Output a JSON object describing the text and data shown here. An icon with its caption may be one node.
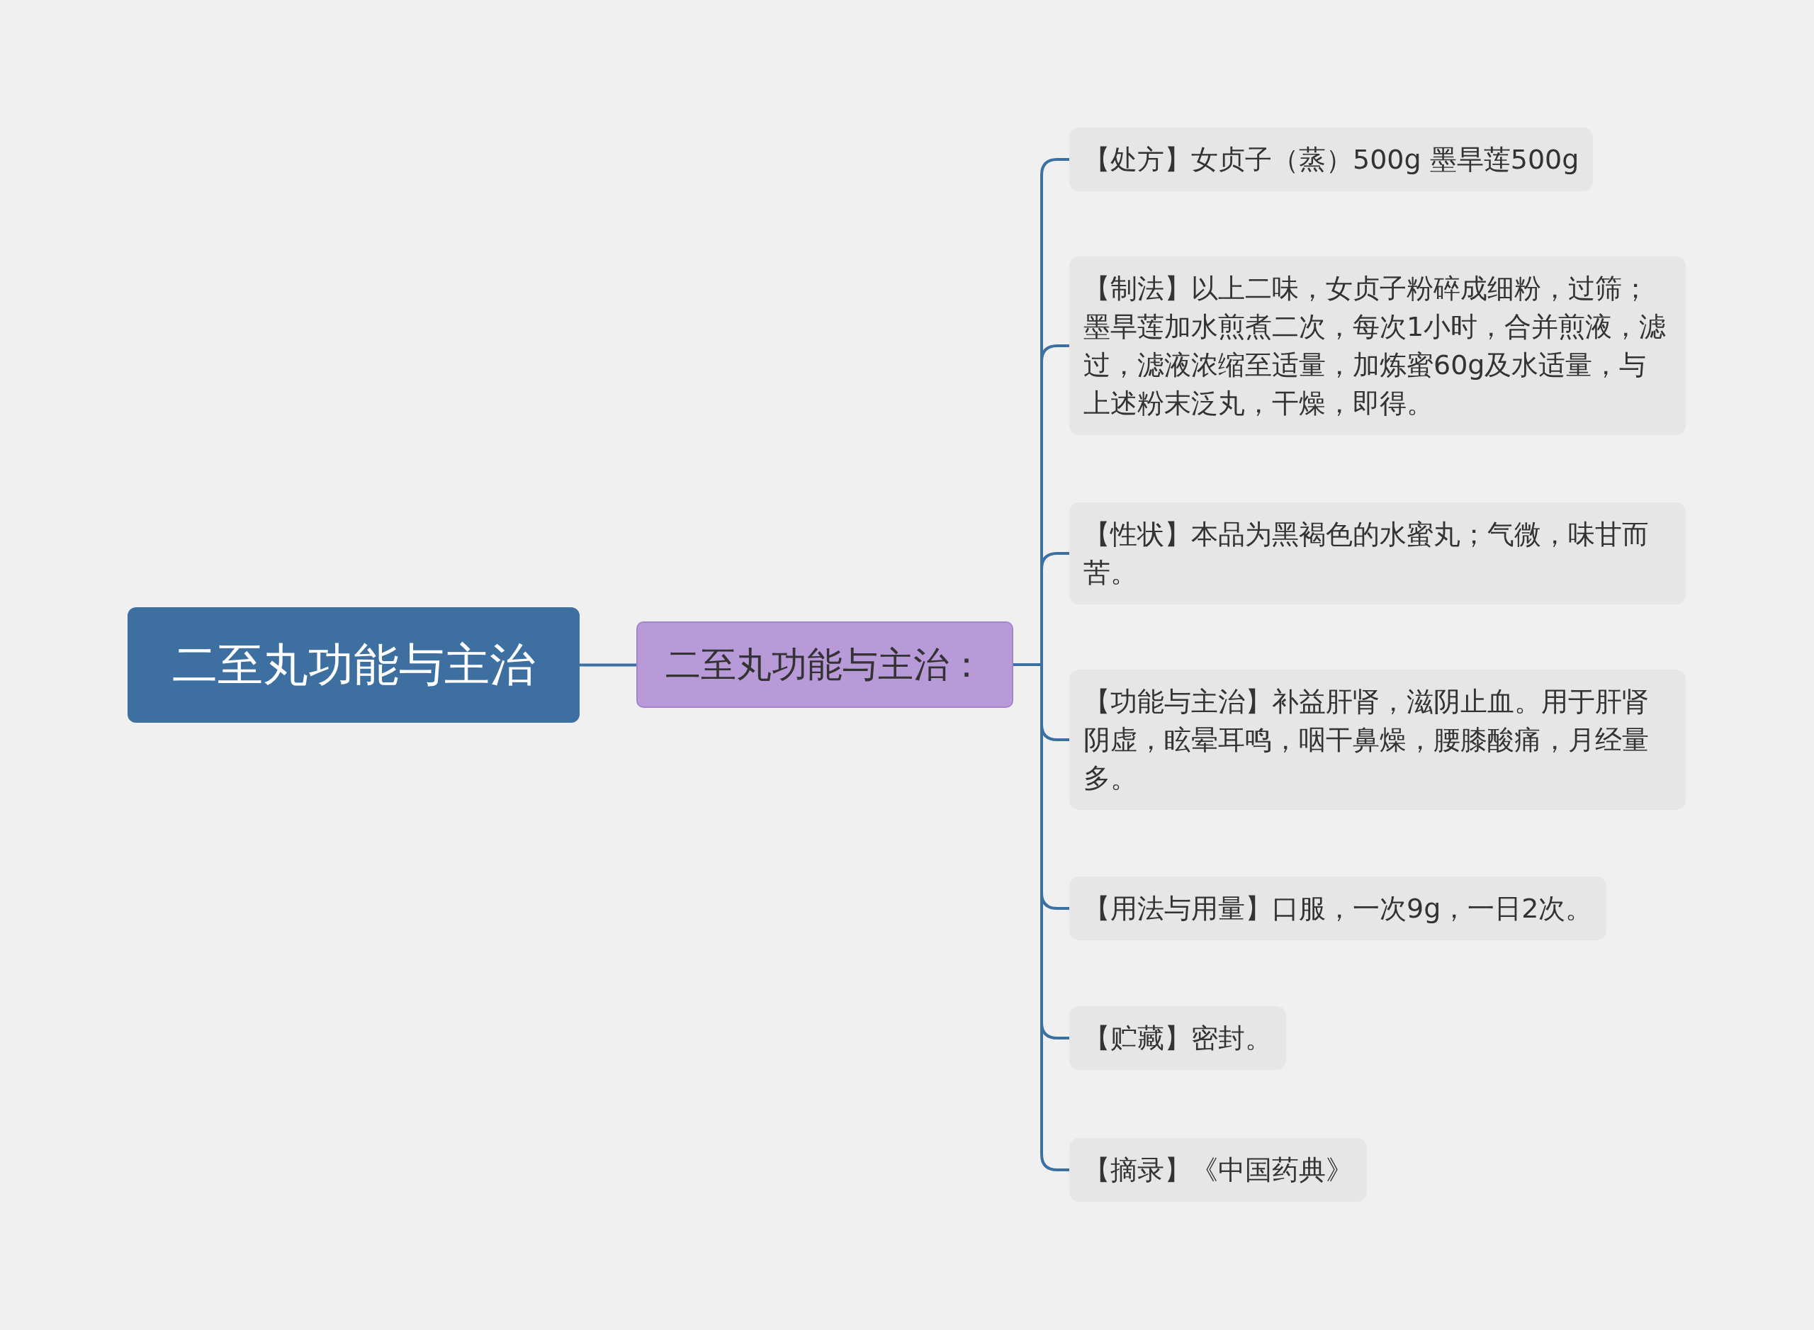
{
  "diagram": {
    "nodes": [
      {
        "text": [
          "二至丸功能与主治"
        ]
      },
      {
        "text": [
          "二至丸功能与主治："
        ]
      },
      {
        "text": [
          "【处方】女贞子（蒸）500g 墨旱莲500g"
        ]
      },
      {
        "text": [
          "【制法】以上二味，女贞子粉碎成细粉，过筛；墨旱莲加水煎煮二次，每次1小时，合并煎液，滤过，滤液浓缩至适量，加炼蜜60g及水适量，与上述粉末泛丸，干燥，即得。"
        ]
      },
      {
        "text": [
          "【性状】本品为黑褐色的水蜜丸；气微，味甘而苦。"
        ]
      },
      {
        "text": [
          "【功能与主治】补益肝肾，滋阴止血。用于肝肾阴虚，眩晕耳鸣，咽干鼻燥，腰膝酸痛，月经量多。"
        ]
      },
      {
        "text": [
          "【用法与用量】口服，一次9g，一日2次。"
        ]
      },
      {
        "text": [
          "【贮藏】密封。"
        ]
      },
      {
        "text": [
          "【摘录】《中国药典》"
        ]
      }
    ],
    "edges": [
      {
        "from": 0,
        "to": 1,
        "arrow": "none"
      },
      {
        "from": 1,
        "to": 2,
        "arrow": "none"
      },
      {
        "from": 1,
        "to": 3,
        "arrow": "none"
      },
      {
        "from": 1,
        "to": 4,
        "arrow": "none"
      },
      {
        "from": 1,
        "to": 5,
        "arrow": "none"
      },
      {
        "from": 1,
        "to": 6,
        "arrow": "none"
      },
      {
        "from": 1,
        "to": 7,
        "arrow": "none"
      },
      {
        "from": 1,
        "to": 8,
        "arrow": "none"
      }
    ]
  }
}
